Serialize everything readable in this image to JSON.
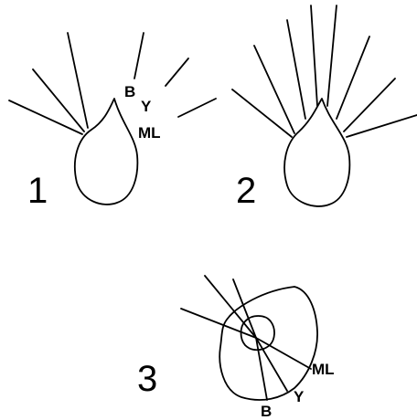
{
  "panels": [
    {
      "number": "1",
      "labels": {
        "b": "B",
        "y": "Y",
        "ml": "ML"
      }
    },
    {
      "number": "2"
    },
    {
      "number": "3",
      "labels": {
        "b": "B",
        "y": "Y",
        "ml": "ML"
      }
    }
  ]
}
